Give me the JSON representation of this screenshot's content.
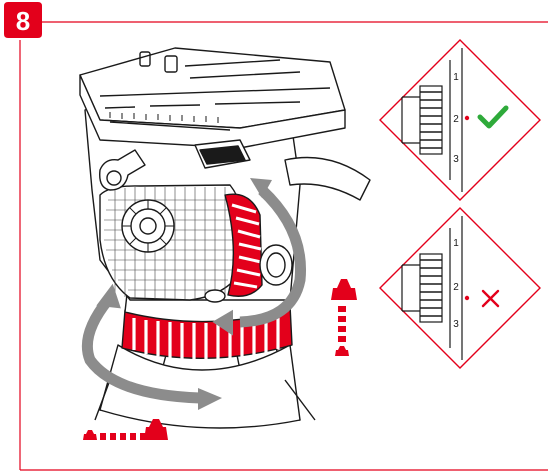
{
  "step": {
    "number": "8"
  },
  "colors": {
    "accent": "#e3001b",
    "ok": "#2eaa3a",
    "bad": "#e3001b",
    "arrow": "#8c8c8c",
    "outline": "#1a1a1a"
  },
  "panels": [
    {
      "name": "correct",
      "status": "correct",
      "scale_labels": [
        "1",
        "2",
        "3"
      ],
      "indicator": "check-icon"
    },
    {
      "name": "incorrect",
      "status": "incorrect",
      "scale_labels": [
        "1",
        "2",
        "3"
      ],
      "indicator": "cross-icon"
    }
  ],
  "icons": {
    "vertical_counterbalance": "weight-scale-vertical-icon",
    "horizontal_drag": "weight-scale-horizontal-icon",
    "tilt_arrow": "curved-arrow-tilt-icon",
    "pan_arrow": "curved-arrow-pan-icon"
  }
}
